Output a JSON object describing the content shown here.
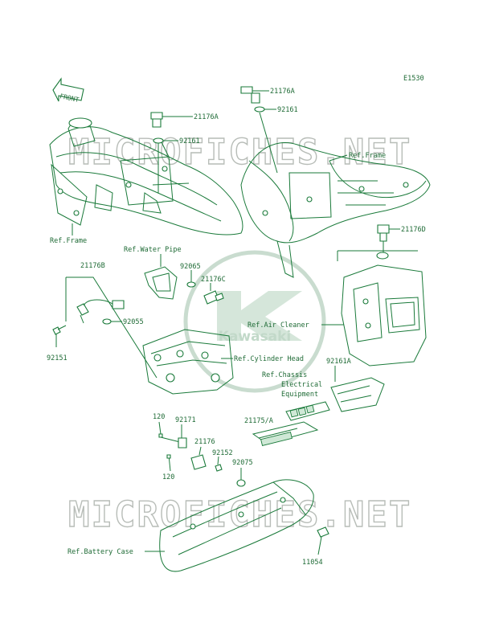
{
  "diagram": {
    "code": "E1530",
    "front_label": "FRONT",
    "watermark": "MICROFICHES.NET",
    "logo_text": "Kawasaki",
    "part_labels": {
      "p21176A_1": "21176A",
      "p92161_1": "92161",
      "p21176A_2": "21176A",
      "p92161_2": "92161",
      "ref_frame_1": "Ref.Frame",
      "ref_frame_2": "Ref.Frame",
      "p21176D": "21176D",
      "ref_water_pipe": "Ref.Water Pipe",
      "p21176B": "21176B",
      "p92065": "92065",
      "p21176C": "21176C",
      "p92055": "92055",
      "ref_air_cleaner": "Ref.Air Cleaner",
      "p92151": "92151",
      "ref_cylinder_head": "Ref.Cylinder Head",
      "p92161A": "92161A",
      "ref_chassis_1": "Ref.Chassis",
      "ref_chassis_2": "Electrical",
      "ref_chassis_3": "Equipment",
      "p120_1": "120",
      "p92171": "92171",
      "p21175A": "21175/A",
      "p21176": "21176",
      "p92152": "92152",
      "p92075": "92075",
      "p120_2": "120",
      "ref_battery_case": "Ref.Battery Case",
      "p11054": "11054"
    }
  }
}
